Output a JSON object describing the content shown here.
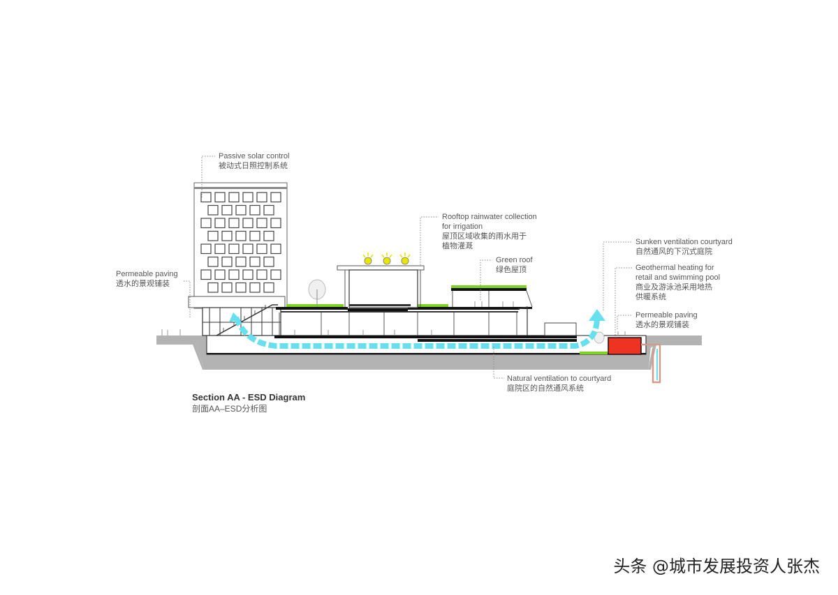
{
  "labels": {
    "solar": {
      "en": "Passive solar control",
      "cn": "被动式日照控制系统"
    },
    "paving_left": {
      "en": "Permeable paving",
      "cn": "透水的景观铺装"
    },
    "rainwater": {
      "en1": "Rooftop rainwater collection",
      "en2": "for irrigation",
      "cn1": "屋顶区域收集的雨水用于",
      "cn2": "植物灌溉"
    },
    "green_roof": {
      "en": "Green roof",
      "cn": "绿色屋顶"
    },
    "sunken": {
      "en": "Sunken ventilation courtyard",
      "cn": "自然通风的下沉式庭院"
    },
    "geothermal": {
      "en1": "Geothermal heating for",
      "en2": "retail and swimming pool",
      "cn1": "商业及游泳池采用地热",
      "cn2": "供暖系统"
    },
    "paving_right": {
      "en": "Permeable paving",
      "cn": "透水的景观铺装"
    },
    "ventilation": {
      "en": "Natural ventilation to courtyard",
      "cn": "庭院区的自然通风系统"
    }
  },
  "title": {
    "en": "Section AA - ESD Diagram",
    "cn": "剖面AA–ESD分析图"
  },
  "watermark": "头条 @城市发展投资人张杰",
  "colors": {
    "ground": "#b3b3b3",
    "slab": "#111111",
    "green": "#7ed321",
    "airflow": "#66e0ee",
    "geothermal": "#ee3322",
    "solar": "#e6e600",
    "pipe": "#d49a8a"
  }
}
